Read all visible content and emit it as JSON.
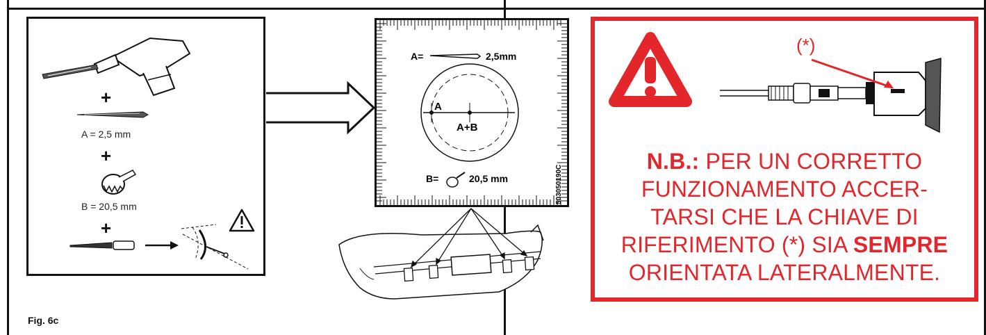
{
  "figure_label": "Fig. 6c",
  "tools": {
    "drill_bit_label": "A = 2,5 mm",
    "hole_saw_label": "B = 20,5 mm",
    "plus": "+"
  },
  "template": {
    "drill_text": "A=",
    "drill_size": "2,5mm",
    "hole_text": "B=",
    "hole_size": "20,5 mm",
    "point_a": "A",
    "point_ab": "A+B",
    "code": "503050190C"
  },
  "warning": {
    "ref_mark": "(*)",
    "note_prefix": "N.B.:",
    "note_line1": " PER UN CORRETTO",
    "note_line2": "FUNZIONAMENTO ACCER-",
    "note_line3": "TARSI CHE LA CHIAVE DI",
    "note_line4a": "RIFERIMENTO (*) SIA ",
    "note_line4b": "SEMPRE",
    "note_line5": "ORIENTATA LATERALMENTE.",
    "accent_color": "#e2262c"
  }
}
